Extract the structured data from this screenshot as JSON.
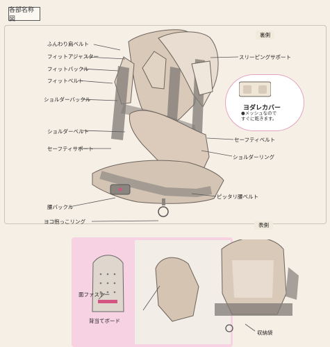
{
  "title": "各部名称図",
  "back_side": "裏側",
  "front_side": "表側",
  "labels": {
    "soft_strap": "ふんわり肩ベルト",
    "fit_adjuster": "フィットアジャスター",
    "fit_buckle": "フィットバックル",
    "fit_belt": "フィットベルト",
    "shoulder_buckle": "ショルダーバックル",
    "shoulder_belt": "ショルダーベルト",
    "safety_support": "セーフティサポート",
    "waist_buckle": "腰バックル",
    "side_hug_ring": "ヨコ抱っこリング",
    "sleeping_support": "スリーピングサポート",
    "safety_belt": "セーフティベルト",
    "shoulder_ring": "ショルダーリング",
    "snug_waist_belt": "ピッタリ腰ベルト",
    "surface_fastener": "面ファスナー",
    "back_board": "背当てボード",
    "storage_bag": "収納袋"
  },
  "yodare_cover": {
    "title": "ヨダレカバー",
    "note_line1": "●メッシュなので",
    "note_line2": "すぐに乾きます。"
  },
  "colors": {
    "background": "#f6efe6",
    "pink_bg": "#f7d2e2",
    "carrier_beige": "#d7c8b8",
    "grey_belt": "#8b8580"
  },
  "icons": {
    "carrier_back": "baby-carrier-illustration-back",
    "carrier_front": "baby-carrier-illustration-front",
    "cover": "drool-cover-icon",
    "board": "back-board-icon"
  }
}
